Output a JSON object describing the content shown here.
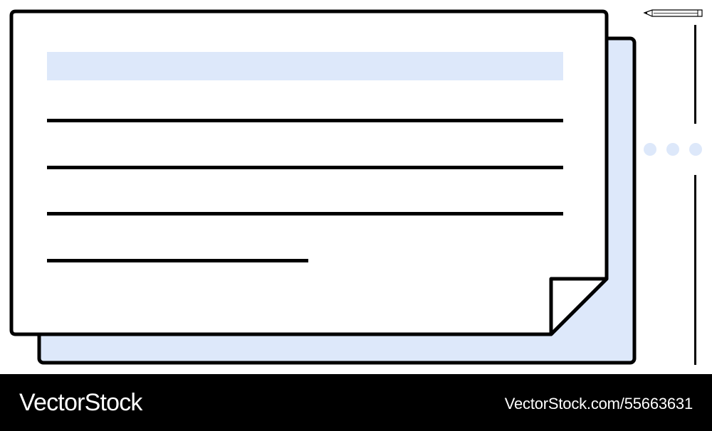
{
  "colors": {
    "background": "#ffffff",
    "outline": "#000000",
    "accent_light_blue": "#dde8fa",
    "footer_background": "#000000",
    "footer_text": "#ffffff"
  },
  "illustration": {
    "subject": "document-sheets-with-folded-corner",
    "icons": [
      "pencil-icon",
      "pagination-dots-icon"
    ]
  },
  "footer": {
    "brand": "VectorStock",
    "reference": "VectorStock.com/55663631"
  }
}
